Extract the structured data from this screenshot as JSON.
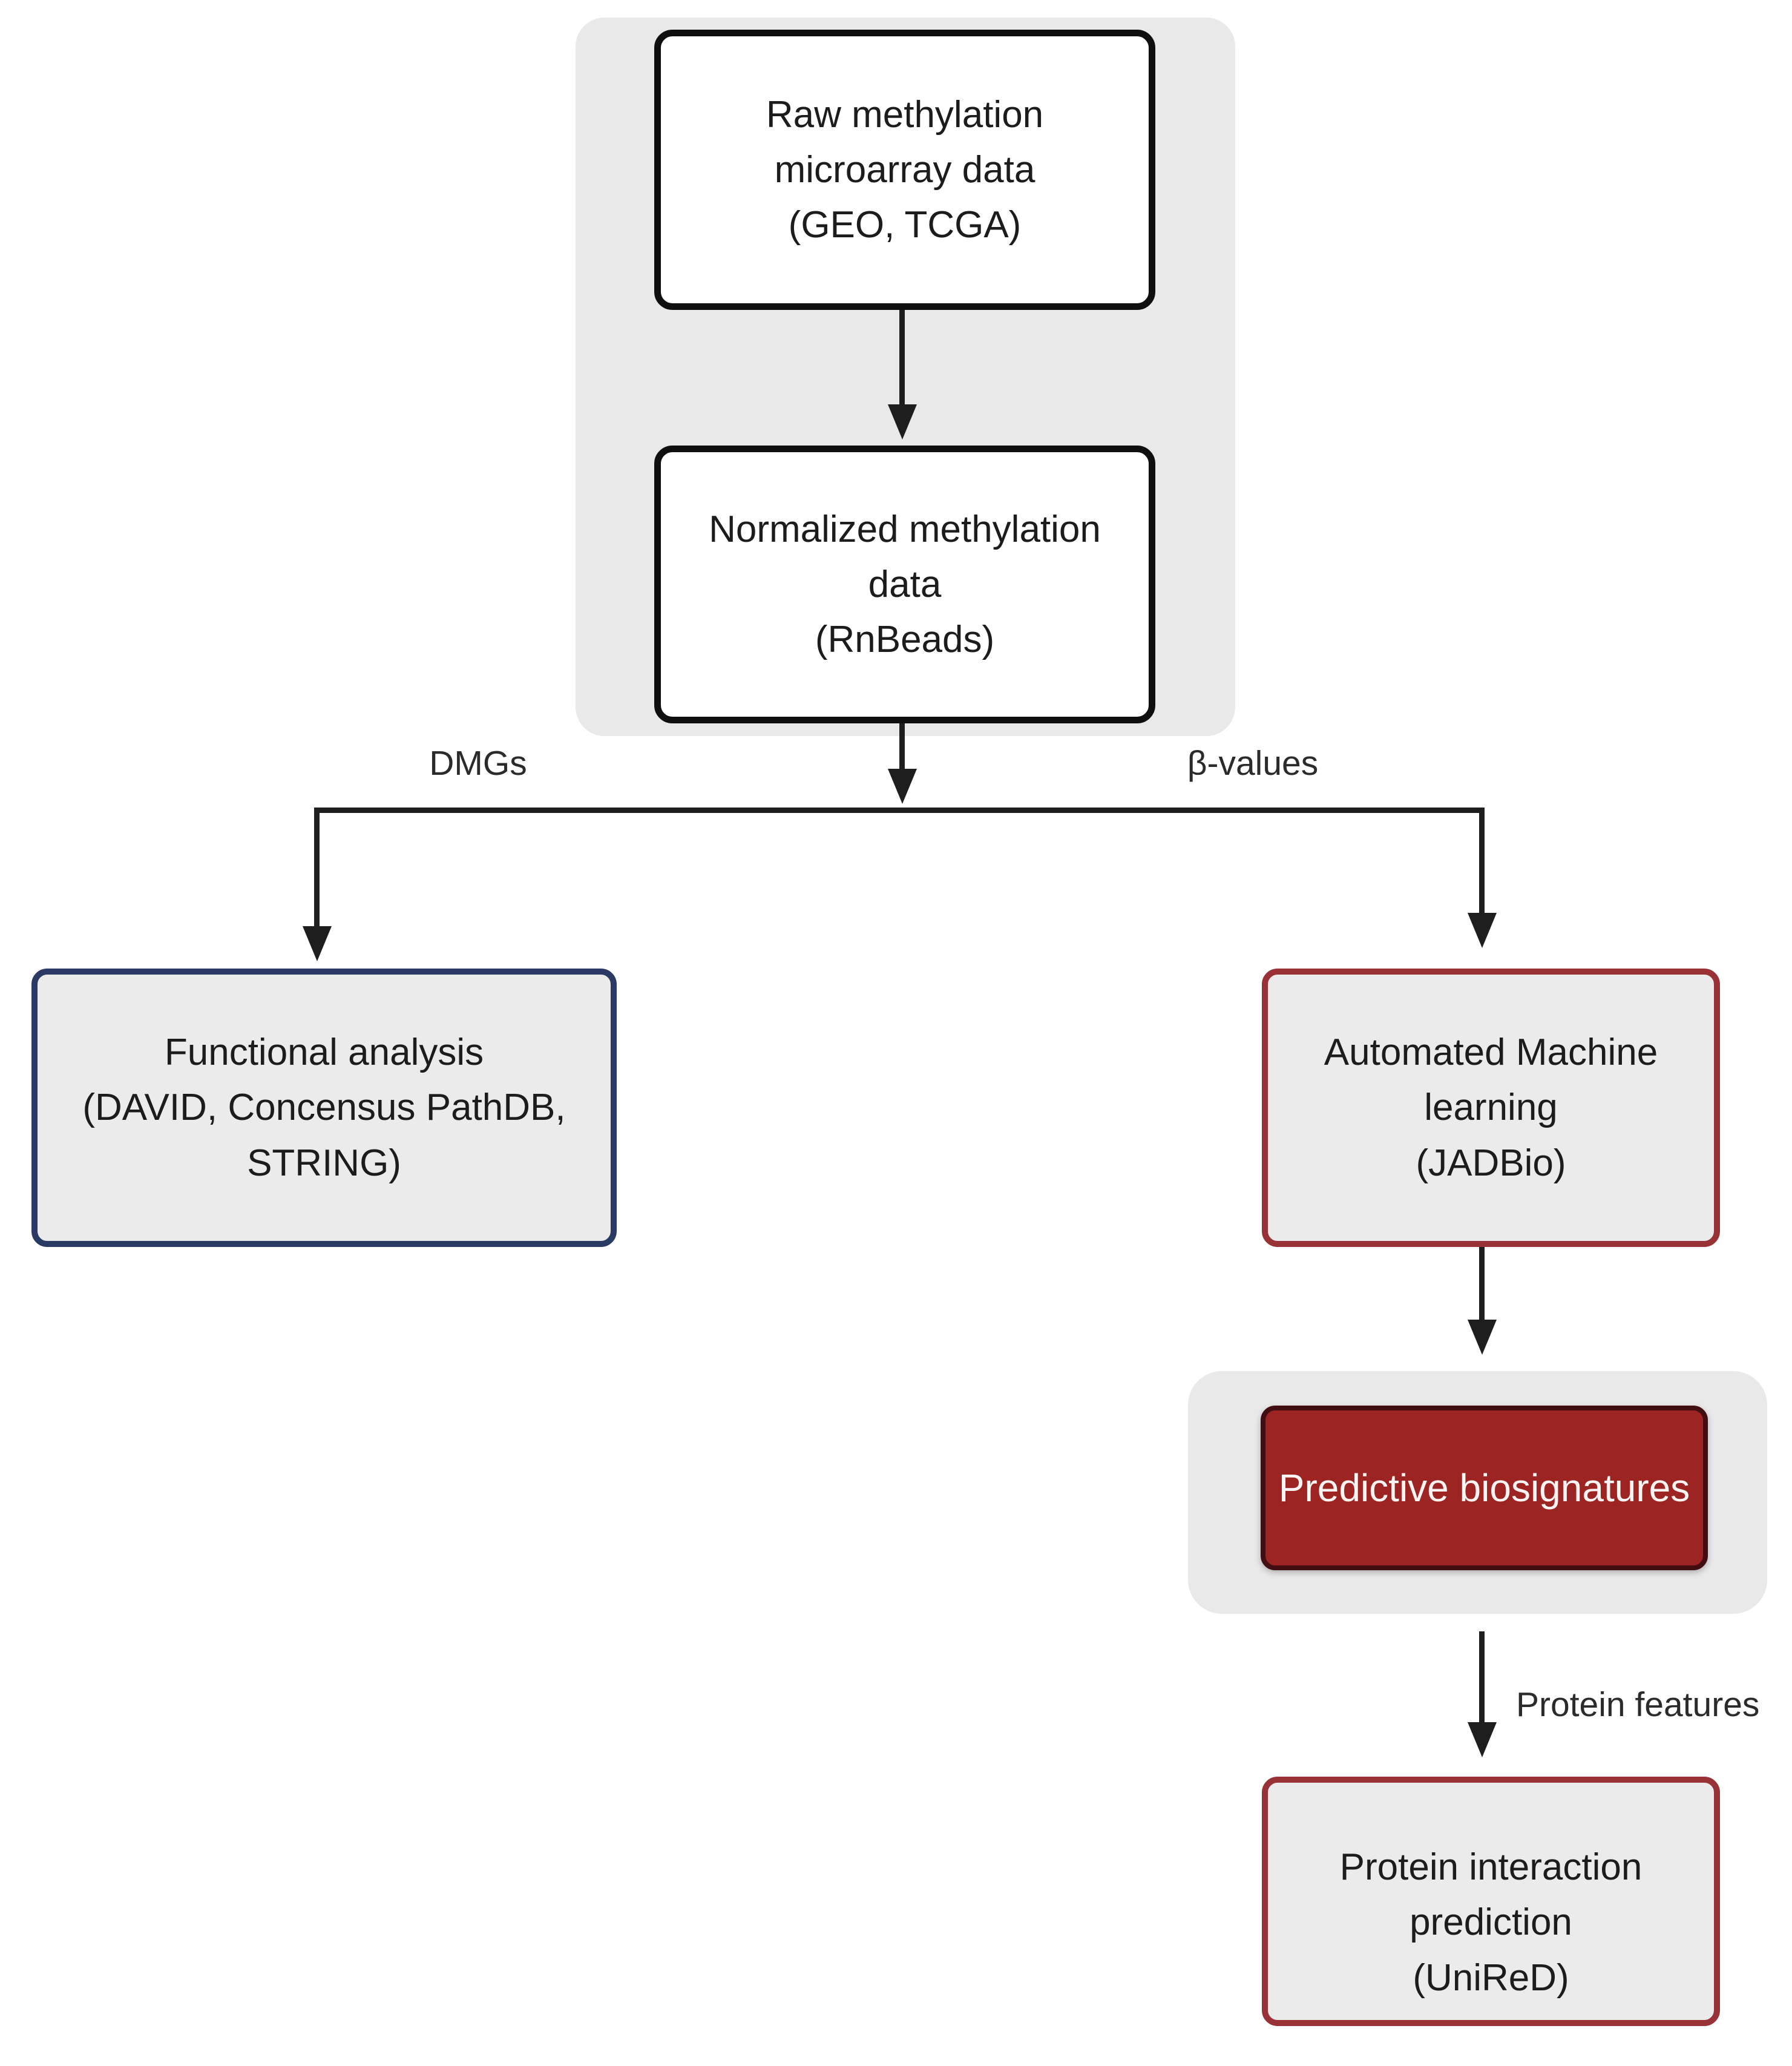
{
  "diagram": {
    "nodes": {
      "raw_methylation": {
        "lines": [
          "Raw methylation",
          "microarray data",
          "(GEO, TCGA)"
        ]
      },
      "normalized_methylation": {
        "lines": [
          "Normalized methylation",
          "data",
          "(RnBeads)"
        ]
      },
      "functional_analysis": {
        "lines": [
          "Functional analysis",
          "(DAVID, Concensus PathDB,",
          "STRING)"
        ]
      },
      "automated_machine_learning": {
        "lines": [
          "Automated Machine",
          "learning",
          "(JADBio)"
        ]
      },
      "predictive_biosignatures": {
        "lines": [
          "Predictive biosignatures"
        ]
      },
      "protein_interaction_prediction": {
        "lines": [
          "Protein interaction",
          "prediction",
          "(UniReD)"
        ]
      }
    },
    "edge_labels": {
      "dmgs": "DMGs",
      "beta_values": "β-values",
      "protein_features": "Protein features"
    },
    "colors": {
      "group_background": "#e9e9ea",
      "white_node_border": "#0f0f0f",
      "blue_node_border": "#2b3a64",
      "red_node_border": "#993237",
      "light_node_fill": "#ebebec",
      "maroon_node_fill": "#9c2423",
      "maroon_node_border": "#420e11",
      "arrow": "#1e1e1e",
      "text": "#1c1c1c",
      "maroon_node_text": "#fcf3f3"
    }
  }
}
